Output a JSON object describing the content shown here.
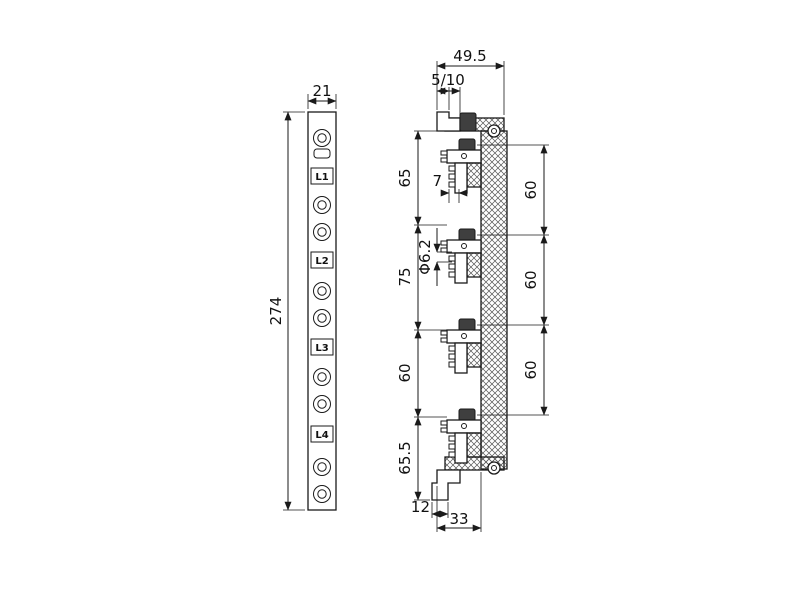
{
  "front_view": {
    "width": "21",
    "height": "274",
    "phases": [
      "L1",
      "L2",
      "L3",
      "L4"
    ]
  },
  "side_view": {
    "overall_width": "49.5",
    "top_steps": "5/10",
    "left_chain": {
      "seg1": "65",
      "seg2": "75",
      "seg3": "60",
      "seg4": "65.5"
    },
    "tab_width": "7",
    "hole_diameter": "Φ6.2",
    "pole_pitch": "60",
    "foot_width": "12",
    "base_width": "33"
  },
  "colors": {
    "line": "#1a1a1a",
    "background": "#ffffff",
    "bolt_fill": "#3f3f3f"
  }
}
